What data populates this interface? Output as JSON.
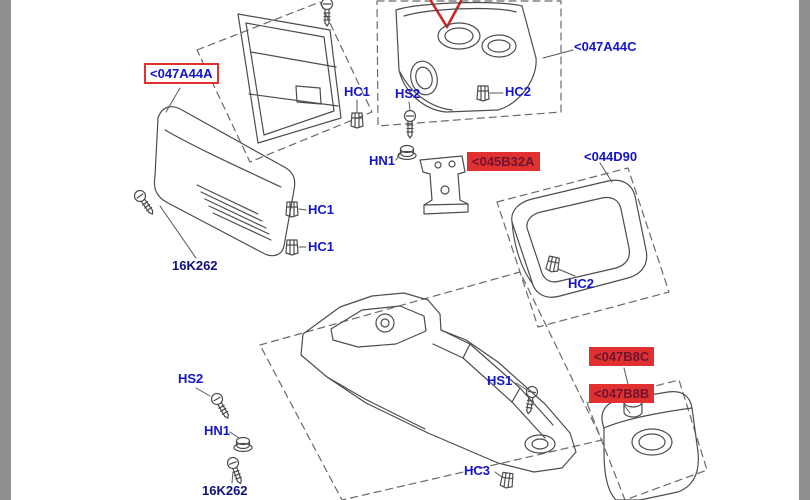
{
  "diagram": {
    "kind": "exploded-parts-diagram",
    "labels": [
      {
        "id": "047A44A",
        "text": "<047A44A",
        "style": "outlined"
      },
      {
        "id": "HC1-top",
        "text": "HC1",
        "style": "plain"
      },
      {
        "id": "HS2-top",
        "text": "HS2",
        "style": "plain"
      },
      {
        "id": "HC2-top",
        "text": "HC2",
        "style": "plain"
      },
      {
        "id": "047A44C",
        "text": "<047A44C",
        "style": "plain"
      },
      {
        "id": "HN1-top",
        "text": "HN1",
        "style": "plain"
      },
      {
        "id": "045B32A",
        "text": "<045B32A",
        "style": "highlighted"
      },
      {
        "id": "044D90",
        "text": "<044D90",
        "style": "plain"
      },
      {
        "id": "HC1-mid-up",
        "text": "HC1",
        "style": "plain"
      },
      {
        "id": "HC1-mid-low",
        "text": "HC1",
        "style": "plain"
      },
      {
        "id": "HC2-right",
        "text": "HC2",
        "style": "plain"
      },
      {
        "id": "16K262-top",
        "text": "16K262",
        "style": "dark"
      },
      {
        "id": "HS2-bottom",
        "text": "HS2",
        "style": "plain"
      },
      {
        "id": "HS1",
        "text": "HS1",
        "style": "plain"
      },
      {
        "id": "HN1-bottom",
        "text": "HN1",
        "style": "plain"
      },
      {
        "id": "047B8C",
        "text": "<047B8C",
        "style": "highlighted"
      },
      {
        "id": "047B8B",
        "text": "<047B8B",
        "style": "highlighted"
      },
      {
        "id": "HC3",
        "text": "HC3",
        "style": "plain"
      },
      {
        "id": "16K262-bot",
        "text": "16K262",
        "style": "dark"
      }
    ],
    "colors": {
      "label_blue": "#1414cc",
      "label_dark_blue": "#10107e",
      "highlight_red": "#e03030",
      "line_gray": "#4d4d4d",
      "gutter_gray": "#8f8f8f",
      "red_marker": "#d42222"
    }
  }
}
